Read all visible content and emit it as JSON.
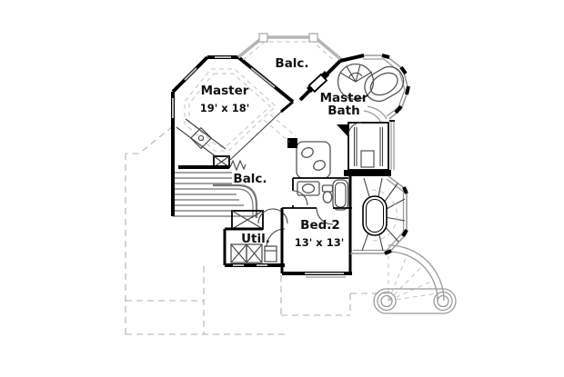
{
  "floor_plan": {
    "rooms": {
      "balcony_top": {
        "label": "Balc."
      },
      "master_bedroom": {
        "label": "Master",
        "dimensions": "19' x 18'"
      },
      "master_bath": {
        "label_line1": "Master",
        "label_line2": "Bath"
      },
      "inner_balcony": {
        "label": "Balc."
      },
      "bedroom_2": {
        "label": "Bed.2",
        "dimensions": "13' x 13'"
      },
      "utility": {
        "label": "Util."
      }
    },
    "colors": {
      "walls": "#000000",
      "railing_gray": "#b5b5b5",
      "window_gray": "#bcbcbc",
      "dashed_lower_floor": "#b0b0b0",
      "fixture_gray": "#777777",
      "background": "#ffffff"
    }
  }
}
